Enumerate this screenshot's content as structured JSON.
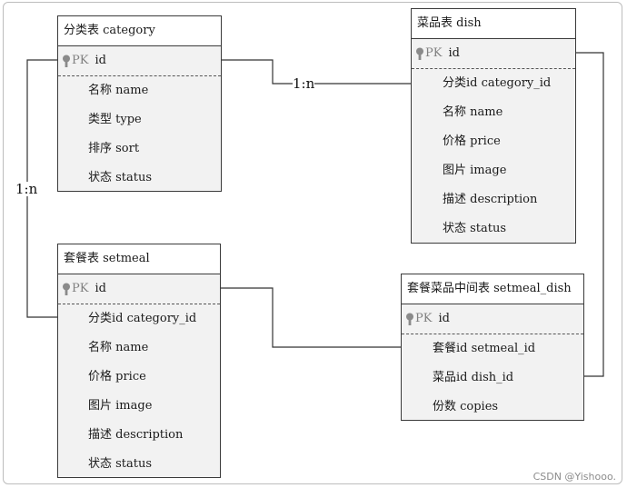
{
  "relations": {
    "category_dish": "1:n",
    "category_setmeal": "1:n"
  },
  "category": {
    "title": "分类表 category",
    "pk_label": "PK",
    "pk_field": "id",
    "fields": [
      "名称 name",
      "类型 type",
      "排序 sort",
      "状态 status"
    ]
  },
  "dish": {
    "title": "菜品表 dish",
    "pk_label": "PK",
    "pk_field": "id",
    "fields": [
      "分类id category_id",
      "名称 name",
      "价格 price",
      "图片 image",
      "描述 description",
      "状态 status"
    ]
  },
  "setmeal": {
    "title": "套餐表 setmeal",
    "pk_label": "PK",
    "pk_field": "id",
    "fields": [
      "分类id category_id",
      "名称 name",
      "价格 price",
      "图片 image",
      "描述 description",
      "状态 status"
    ]
  },
  "setmeal_dish": {
    "title": "套餐菜品中间表 setmeal_dish",
    "pk_label": "PK",
    "pk_field": "id",
    "fields": [
      "套餐id setmeal_id",
      "菜品id dish_id",
      "份数 copies"
    ]
  },
  "watermark": "CSDN @Yishooo."
}
